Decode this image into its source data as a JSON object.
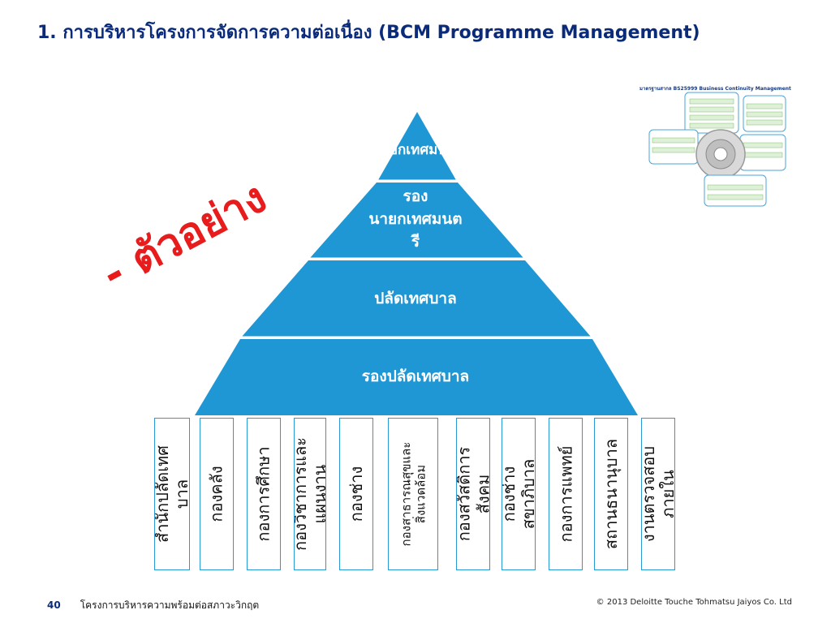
{
  "slide": {
    "title": "1. การบริหารโครงการจัดการความต่อเนื่อง (BCM Programme Management)",
    "watermark": "- ตัวอย่าง"
  },
  "reference_diagram": {
    "caption": "มาตรฐานสากล BS25999 Business Continuity Management"
  },
  "pyramid": {
    "levels": [
      {
        "label": "นายกเทศมนตรี",
        "color": "#1f97d4"
      },
      {
        "label": "รอง\nนายกเทศมนต\nรี",
        "color": "#1f97d4"
      },
      {
        "label": "ปลัดเทศบาล",
        "color": "#1f97d4"
      },
      {
        "label": "รองปลัดเทศบาล",
        "color": "#1f97d4"
      }
    ]
  },
  "departments": [
    "สำนักปลัดเทศ\nบาล",
    "กองคลัง",
    "กองการศึกษา",
    "กองวิชาการและ\nแผนงาน",
    "กองช่าง",
    "กองสาธารณสุขและ\nสิ่งแวดล้อม",
    "กองสวัสดิการ\nสังคม",
    "กองช่าง\nสุขาภิบาล",
    "กองการแพทย์",
    "สถานธนานุบาล",
    "งานตรวจสอบ\nภายใน"
  ],
  "footer": {
    "page_number": "40",
    "text": "โครงการบริหารความพร้อมต่อสภาวะวิกฤต",
    "copyright": "© 2013 Deloitte Touche Tohmatsu Jaiyos Co. Ltd"
  }
}
